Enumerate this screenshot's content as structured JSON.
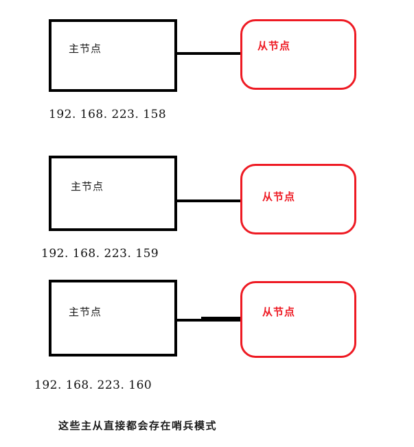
{
  "diagram": {
    "title_note": "这些主从直接都会存在哨兵模式",
    "groups": [
      {
        "master_label": "主节点",
        "slave_label": "从节点",
        "ip": "192. 168. 223. 158"
      },
      {
        "master_label": "主节点",
        "slave_label": "从节点",
        "ip": "192. 168. 223. 159"
      },
      {
        "master_label": "主节点",
        "slave_label": "从节点",
        "ip": "192. 168. 223. 160"
      }
    ],
    "colors": {
      "master_border": "#000000",
      "slave_border": "#ee1a23",
      "slave_text": "#ee1a23",
      "connector": "#000000",
      "background": "#ffffff"
    }
  }
}
